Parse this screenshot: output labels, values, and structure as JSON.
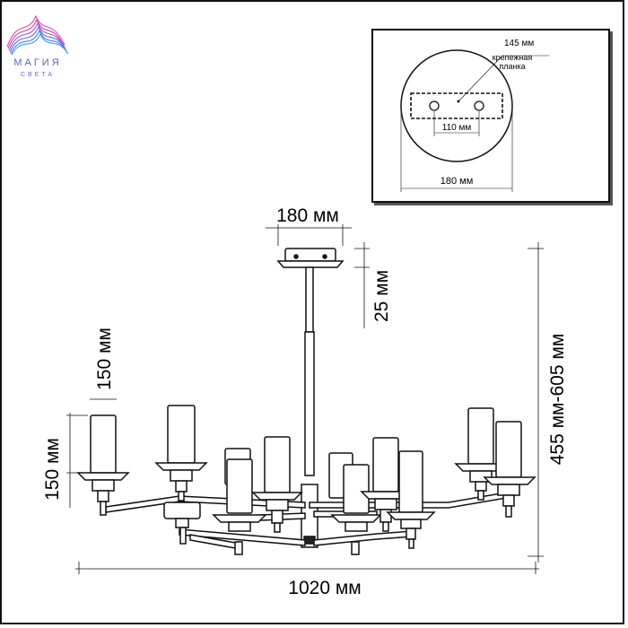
{
  "logo": {
    "name": "МАГИЯ",
    "tagline": "СВЕТА",
    "colors": [
      "#e04aa0",
      "#8a5bd0",
      "#3fa0e0"
    ]
  },
  "inset": {
    "plate_length": "145 мм",
    "plate_label_line1": "крепежная",
    "plate_label_line2": "планка",
    "hole_spacing": "110 мм",
    "canopy_diameter": "180 мм"
  },
  "dimensions": {
    "canopy_width": "180 мм",
    "canopy_height": "25 мм",
    "shade_height_top": "150 мм",
    "shade_height_left": "150 мм",
    "total_height": "455 мм-605 мм",
    "total_width": "1020 мм"
  }
}
